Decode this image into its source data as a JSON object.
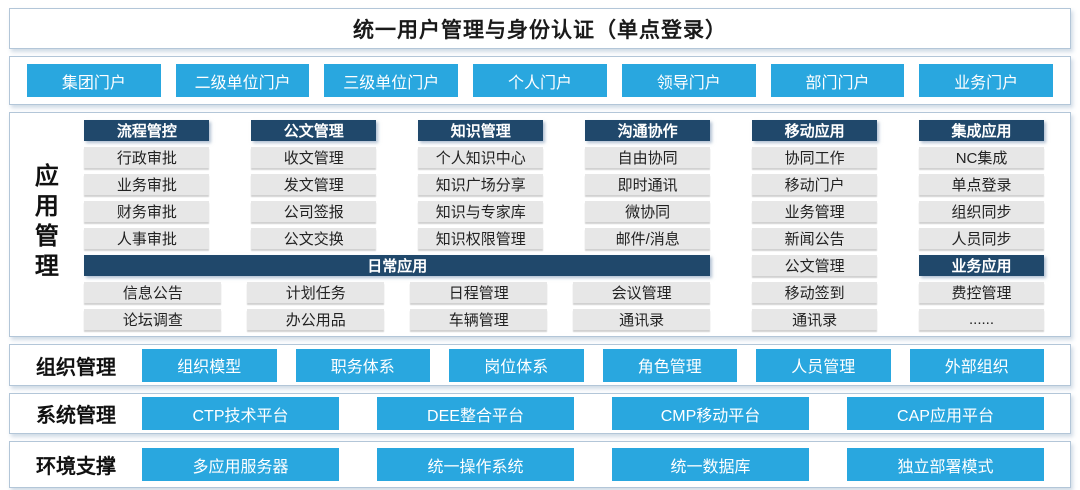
{
  "title": "统一用户管理与身份认证（单点登录）",
  "portals": [
    "集团门户",
    "二级单位门户",
    "三级单位门户",
    "个人门户",
    "领导门户",
    "部门门户",
    "业务门户"
  ],
  "app": {
    "label": "应用管理",
    "col1": {
      "header": "流程管控",
      "items": [
        "行政审批",
        "业务审批",
        "财务审批",
        "人事审批"
      ]
    },
    "col2": {
      "header": "公文管理",
      "items": [
        "收文管理",
        "发文管理",
        "公司签报",
        "公文交换"
      ]
    },
    "col3": {
      "header": "知识管理",
      "items": [
        "个人知识中心",
        "知识广场分享",
        "知识与专家库",
        "知识权限管理"
      ]
    },
    "col4": {
      "header": "沟通协作",
      "items": [
        "自由协同",
        "即时通讯",
        "微协同",
        "邮件/消息"
      ]
    },
    "col5": {
      "header": "移动应用",
      "items": [
        "协同工作",
        "移动门户",
        "业务管理",
        "新闻公告",
        "公文管理",
        "移动签到",
        "通讯录"
      ]
    },
    "col6": {
      "header": "集成应用",
      "items": [
        "NC集成",
        "单点登录",
        "组织同步",
        "人员同步"
      ]
    },
    "daily": {
      "header": "日常应用",
      "row1": [
        "信息公告",
        "计划任务",
        "日程管理",
        "会议管理"
      ],
      "row2": [
        "论坛调查",
        "办公用品",
        "车辆管理",
        "通讯录"
      ]
    },
    "business": {
      "header": "业务应用",
      "items": [
        "费控管理",
        "......"
      ]
    }
  },
  "org": {
    "label": "组织管理",
    "items": [
      "组织模型",
      "职务体系",
      "岗位体系",
      "角色管理",
      "人员管理",
      "外部组织"
    ]
  },
  "sys": {
    "label": "系统管理",
    "items": [
      "CTP技术平台",
      "DEE整合平台",
      "CMP移动平台",
      "CAP应用平台"
    ]
  },
  "env": {
    "label": "环境支撑",
    "items": [
      "多应用服务器",
      "统一操作系统",
      "统一数据库",
      "独立部署模式"
    ]
  },
  "colors": {
    "accent_blue": "#29a7df",
    "navy": "#20486b",
    "item_gray": "#e7e7e7"
  }
}
